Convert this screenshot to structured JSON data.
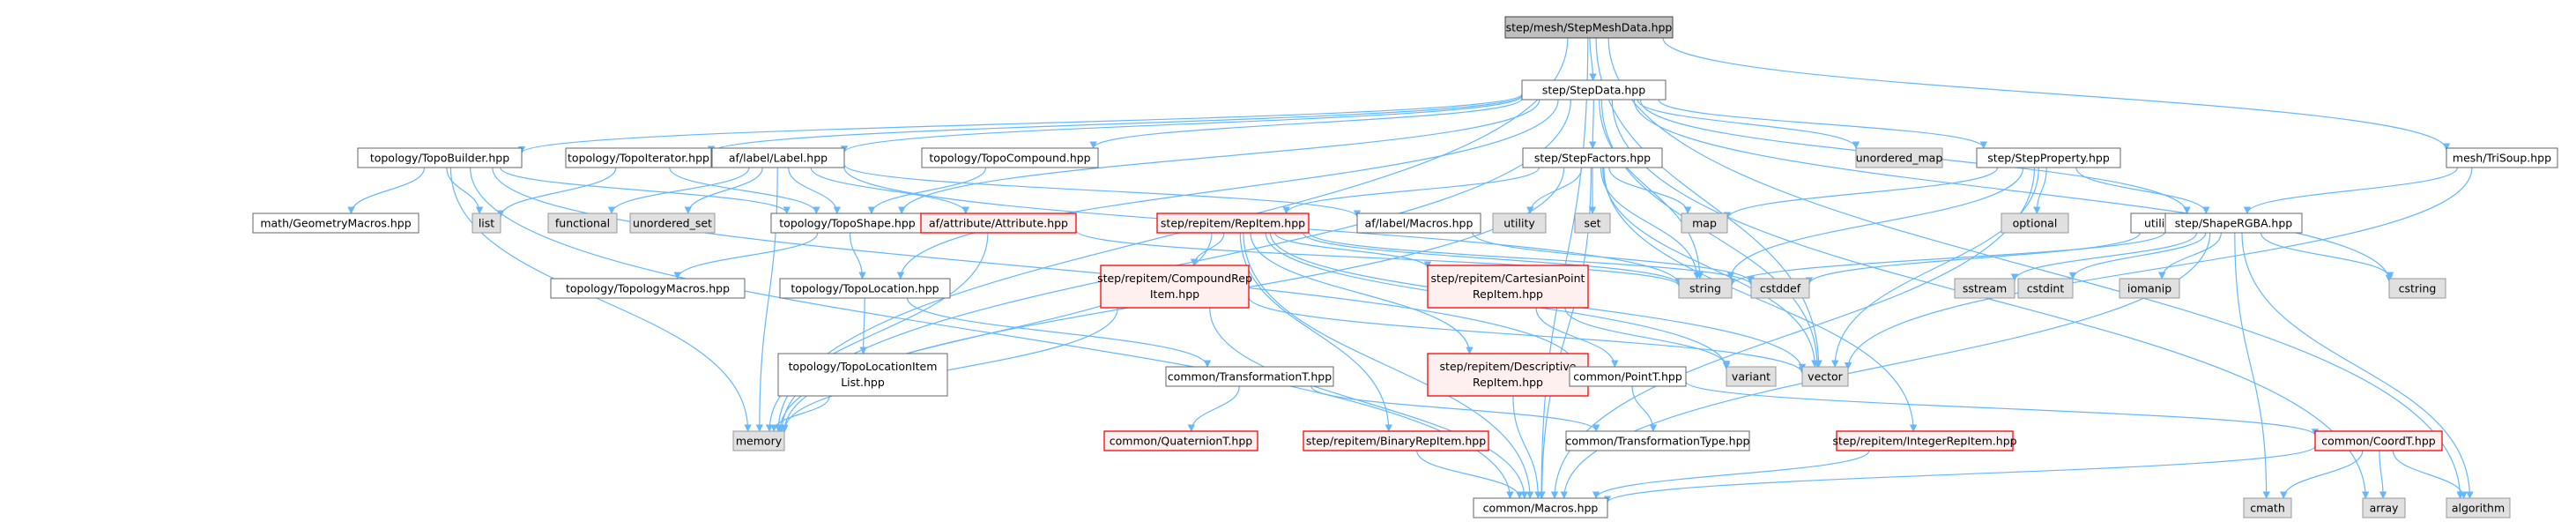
{
  "nodes": [
    {
      "id": "root",
      "label": "step/mesh/StepMeshData.hpp",
      "style": "root"
    },
    {
      "id": "stepdata",
      "label": "step/StepData.hpp",
      "style": "normal"
    },
    {
      "id": "topobuilder",
      "label": "topology/TopoBuilder.hpp",
      "style": "normal"
    },
    {
      "id": "topoiterator",
      "label": "topology/TopoIterator.hpp",
      "style": "normal"
    },
    {
      "id": "label",
      "label": "af/label/Label.hpp",
      "style": "normal"
    },
    {
      "id": "topocompound",
      "label": "topology/TopoCompound.hpp",
      "style": "normal"
    },
    {
      "id": "stepfactors",
      "label": "step/StepFactors.hpp",
      "style": "normal"
    },
    {
      "id": "unordered_map",
      "label": "unordered_map",
      "style": "system"
    },
    {
      "id": "stepproperty",
      "label": "step/StepProperty.hpp",
      "style": "normal"
    },
    {
      "id": "trisoup",
      "label": "mesh/TriSoup.hpp",
      "style": "normal"
    },
    {
      "id": "geometrymacros",
      "label": "math/GeometryMacros.hpp",
      "style": "normal"
    },
    {
      "id": "list",
      "label": "list",
      "style": "system"
    },
    {
      "id": "functional",
      "label": "functional",
      "style": "system"
    },
    {
      "id": "unordered_set",
      "label": "unordered_set",
      "style": "system"
    },
    {
      "id": "toposhape",
      "label": "topology/TopoShape.hpp",
      "style": "normal"
    },
    {
      "id": "attribute",
      "label": "af/attribute/Attribute.hpp",
      "style": "red"
    },
    {
      "id": "repitem",
      "label": "step/repitem/RepItem.hpp",
      "style": "red"
    },
    {
      "id": "macros_label",
      "label": "af/label/Macros.hpp",
      "style": "normal"
    },
    {
      "id": "utility",
      "label": "utility",
      "style": "system"
    },
    {
      "id": "set",
      "label": "set",
      "style": "system"
    },
    {
      "id": "map",
      "label": "map",
      "style": "system"
    },
    {
      "id": "optional",
      "label": "optional",
      "style": "system"
    },
    {
      "id": "indexdef",
      "label": "utilities/IndexDef.hpp",
      "style": "normal"
    },
    {
      "id": "shapergba",
      "label": "step/ShapeRGBA.hpp",
      "style": "normal"
    },
    {
      "id": "topologymacros",
      "label": "topology/TopologyMacros.hpp",
      "style": "normal"
    },
    {
      "id": "topolocation",
      "label": "topology/TopoLocation.hpp",
      "style": "normal"
    },
    {
      "id": "compoundrep",
      "label": "step/repitem/CompoundRep Item.hpp",
      "style": "red"
    },
    {
      "id": "cartesianpoint",
      "label": "step/repitem/CartesianPoint RepItem.hpp",
      "style": "red"
    },
    {
      "id": "string",
      "label": "string",
      "style": "system"
    },
    {
      "id": "cstddef",
      "label": "cstddef",
      "style": "system"
    },
    {
      "id": "sstream",
      "label": "sstream",
      "style": "system"
    },
    {
      "id": "cstdint",
      "label": "cstdint",
      "style": "system"
    },
    {
      "id": "iomanip",
      "label": "iomanip",
      "style": "system"
    },
    {
      "id": "cstring",
      "label": "cstring",
      "style": "system"
    },
    {
      "id": "topolocationitemlist",
      "label": "topology/TopoLocationItem List.hpp",
      "style": "normal"
    },
    {
      "id": "transformationt",
      "label": "common/TransformationT.hpp",
      "style": "normal"
    },
    {
      "id": "descriptive",
      "label": "step/repitem/Descriptive RepItem.hpp",
      "style": "red"
    },
    {
      "id": "pointt",
      "label": "common/PointT.hpp",
      "style": "normal"
    },
    {
      "id": "variant",
      "label": "variant",
      "style": "system"
    },
    {
      "id": "vector",
      "label": "vector",
      "style": "system"
    },
    {
      "id": "memory",
      "label": "memory",
      "style": "system"
    },
    {
      "id": "quaterniont",
      "label": "common/QuaternionT.hpp",
      "style": "red"
    },
    {
      "id": "binaryrepitem",
      "label": "step/repitem/BinaryRepItem.hpp",
      "style": "red"
    },
    {
      "id": "transformationtype",
      "label": "common/TransformationType.hpp",
      "style": "normal"
    },
    {
      "id": "integerrepitem",
      "label": "step/repitem/IntegerRepItem.hpp",
      "style": "red"
    },
    {
      "id": "coordt",
      "label": "common/CoordT.hpp",
      "style": "red"
    },
    {
      "id": "cmath",
      "label": "cmath",
      "style": "system"
    },
    {
      "id": "array",
      "label": "array",
      "style": "system"
    },
    {
      "id": "algorithm",
      "label": "algorithm",
      "style": "system"
    },
    {
      "id": "macros_common",
      "label": "common/Macros.hpp",
      "style": "normal"
    }
  ],
  "colors": {
    "edge": "#63B8FF",
    "normal_fill": "#FFFFFF",
    "normal_border": "#666666",
    "system_fill": "#E0E0E0",
    "system_border": "#999999",
    "red_fill": "#FFF0F0",
    "red_border": "#FF0000",
    "root_fill": "#BFBFBF",
    "root_border": "#404040"
  }
}
